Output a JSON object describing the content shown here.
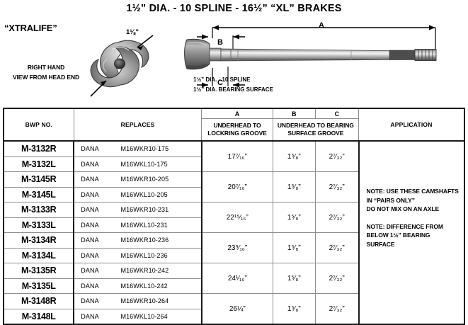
{
  "title": "1½” DIA. - 10 SPLINE - 16½” “XL” BRAKES",
  "header": {
    "brand_label": "“XTRALIFE”",
    "view_label_line1": "RIGHT HAND",
    "view_label_line2": "VIEW FROM HEAD END",
    "head_callout": "1⅛”",
    "dim_a_letter": "A",
    "dim_b_letter": "B",
    "dim_c_letter": "C",
    "spec_line1": "1½” DIA. - 10 SPLINE",
    "spec_line2": "1½” DIA. BEARING SURFACE"
  },
  "table": {
    "headers": {
      "bwp_no": "BWP NO.",
      "replaces": "REPLACES",
      "a_letter": "A",
      "b_letter": "B",
      "c_letter": "C",
      "a_desc": "UNDERHEAD TO LOCKRING GROOVE",
      "bc_desc": "UNDERHEAD TO BEARING SURFACE GROOVE",
      "application": "APPLICATION"
    },
    "groups": [
      {
        "dim_a": "17⁷⁄₁₆”",
        "dim_b": "1⁵⁄₈”",
        "dim_c": "2⁷⁄₃₂”",
        "rows": [
          {
            "bwp": "M-3132R",
            "brand": "DANA",
            "part": "M16WKR10-175"
          },
          {
            "bwp": "M-3132L",
            "brand": "DANA",
            "part": "M16WKL10-175"
          }
        ]
      },
      {
        "dim_a": "20⁷⁄₁₆”",
        "dim_b": "1⁵⁄₈”",
        "dim_c": "2⁷⁄₃₂”",
        "rows": [
          {
            "bwp": "M-3145R",
            "brand": "DANA",
            "part": "M16WKR10-205"
          },
          {
            "bwp": "M-3145L",
            "brand": "DANA",
            "part": "M16WKL10-205"
          }
        ]
      },
      {
        "dim_a": "22¹⁵⁄₁₆”",
        "dim_b": "1⁵⁄₈”",
        "dim_c": "2⁷⁄₃₂”",
        "rows": [
          {
            "bwp": "M-3133R",
            "brand": "DANA",
            "part": "M16WKR10-231"
          },
          {
            "bwp": "M-3133L",
            "brand": "DANA",
            "part": "M16WKL10-231"
          }
        ]
      },
      {
        "dim_a": "23⁹⁄₁₆”",
        "dim_b": "1⁵⁄₈”",
        "dim_c": "2⁷⁄₃₂”",
        "rows": [
          {
            "bwp": "M-3134R",
            "brand": "DANA",
            "part": "M16WKR10-236"
          },
          {
            "bwp": "M-3134L",
            "brand": "DANA",
            "part": "M16WKL10-236"
          }
        ]
      },
      {
        "dim_a": "24¹⁄₁₆”",
        "dim_b": "1⁵⁄₈”",
        "dim_c": "2⁷⁄₃₂”",
        "rows": [
          {
            "bwp": "M-3135R",
            "brand": "DANA",
            "part": "M16WKR10-242"
          },
          {
            "bwp": "M-3135L",
            "brand": "DANA",
            "part": "M16WKL10-242"
          }
        ]
      },
      {
        "dim_a": "26¼”",
        "dim_b": "1⁵⁄₈”",
        "dim_c": "2⁷⁄₃₂”",
        "rows": [
          {
            "bwp": "M-3148R",
            "brand": "DANA",
            "part": "M16WKR10-264"
          },
          {
            "bwp": "M-3148L",
            "brand": "DANA",
            "part": "M16WKL10-264"
          }
        ]
      }
    ],
    "application_notes": [
      [
        "NOTE: USE THESE CAMSHAFTS",
        "IN “PAIRS ONLY”",
        "DO NOT MIX ON AN AXLE"
      ],
      [
        "NOTE: DIFFERENCE FROM",
        "BELOW 1½” BEARING",
        "SURFACE"
      ]
    ]
  },
  "colors": {
    "text": "#000000",
    "grid_line": "#8d8d8d",
    "frame_line": "#1a1a1a",
    "metal_light": "#d9d9d9",
    "metal_mid": "#9a9a9a",
    "metal_dark": "#5a5a5a"
  }
}
